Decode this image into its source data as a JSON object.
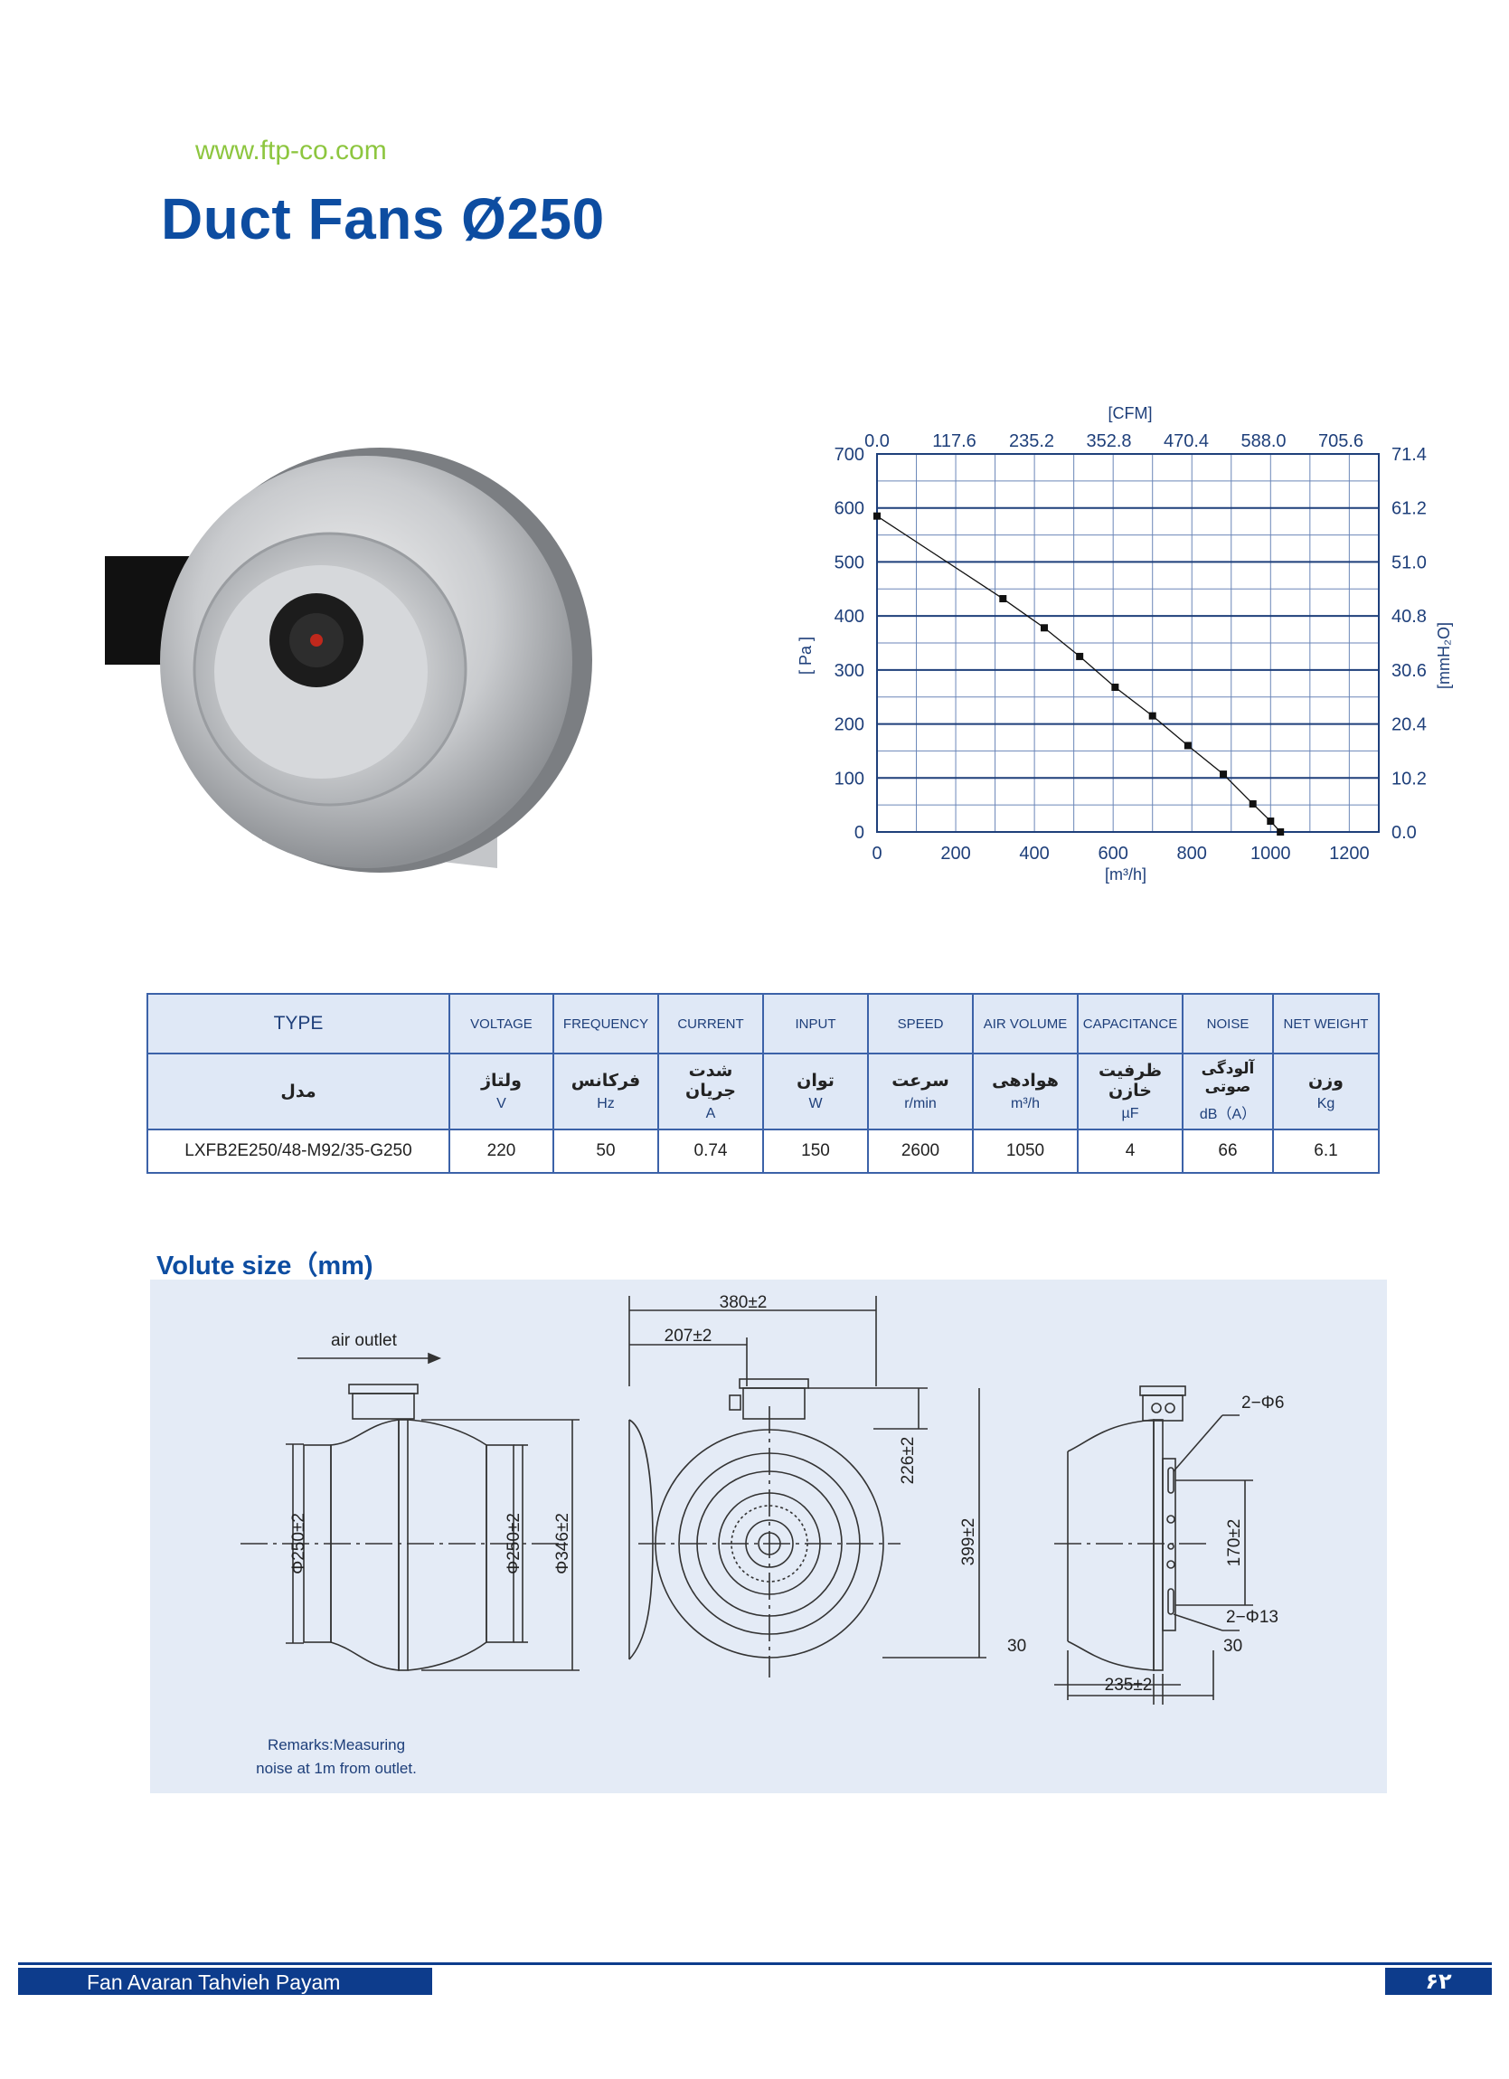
{
  "header": {
    "website": "www.ftp-co.com",
    "title": "Duct Fans Ø250"
  },
  "chart_data": {
    "type": "line",
    "x": [
      0,
      320,
      425,
      515,
      605,
      700,
      790,
      880,
      955,
      1000,
      1025
    ],
    "values": [
      585,
      432,
      378,
      325,
      268,
      215,
      160,
      107,
      52,
      20,
      0
    ],
    "xlabel": "[m³/h]",
    "ylabel": "[ Pa ]",
    "secondary_xlabel": "[CFM]",
    "secondary_ylabel": "[mmH₂O]",
    "xlim": [
      0,
      1275
    ],
    "ylim": [
      0,
      700
    ],
    "x_ticks": [
      "0",
      "200",
      "400",
      "600",
      "800",
      "1000",
      "1200"
    ],
    "y_ticks": [
      "0",
      "100",
      "200",
      "300",
      "400",
      "500",
      "600",
      "700"
    ],
    "top_ticks": [
      "0.0",
      "117.6",
      "235.2",
      "352.8",
      "470.4",
      "588.0",
      "705.6"
    ],
    "right_ticks": [
      "0.0",
      "10.2",
      "20.4",
      "30.6",
      "40.8",
      "51.0",
      "61.2",
      "71.4"
    ],
    "grid": true
  },
  "table": {
    "header": [
      "TYPE",
      "VOLTAGE",
      "FREQUENCY",
      "CURRENT",
      "INPUT",
      "SPEED",
      "AIR VOLUME",
      "CAPACITANCE",
      "NOISE",
      "NET WEIGHT"
    ],
    "header_fa": [
      "مدل",
      "ولتاژ",
      "فرکانس",
      "شدت جریان",
      "توان",
      "سرعت",
      "هوادهی",
      "ظرفیت خازن",
      "آلودگی صوتی",
      "وزن"
    ],
    "units": [
      "",
      "V",
      "Hz",
      "A",
      "W",
      "r/min",
      "m³/h",
      "µF",
      "dB（A）",
      "Kg"
    ],
    "row": [
      "LXFB2E250/48-M92/35-G250",
      "220",
      "50",
      "0.74",
      "150",
      "2600",
      "1050",
      "4",
      "66",
      "6.1"
    ]
  },
  "volute": {
    "title": "Volute size（mm)",
    "air_outlet": "air outlet",
    "dim_phi250_left": "Φ250±2",
    "dim_phi250_right": "Φ250±2",
    "dim_phi346": "Φ346±2",
    "dim_380": "380±2",
    "dim_207": "207±2",
    "dim_226": "226±2",
    "dim_399": "399±2",
    "dim_2phi6": "2−Φ6",
    "dim_170": "170±2",
    "dim_2phi13": "2−Φ13",
    "dim_30_left": "30",
    "dim_30_right": "30",
    "dim_235": "235±2",
    "remarks_line1": "Remarks:Measuring",
    "remarks_line2": "noise at 1m from outlet."
  },
  "footer": {
    "company": "Fan Avaran Tahvieh Payam",
    "page_number": "۶۲"
  }
}
